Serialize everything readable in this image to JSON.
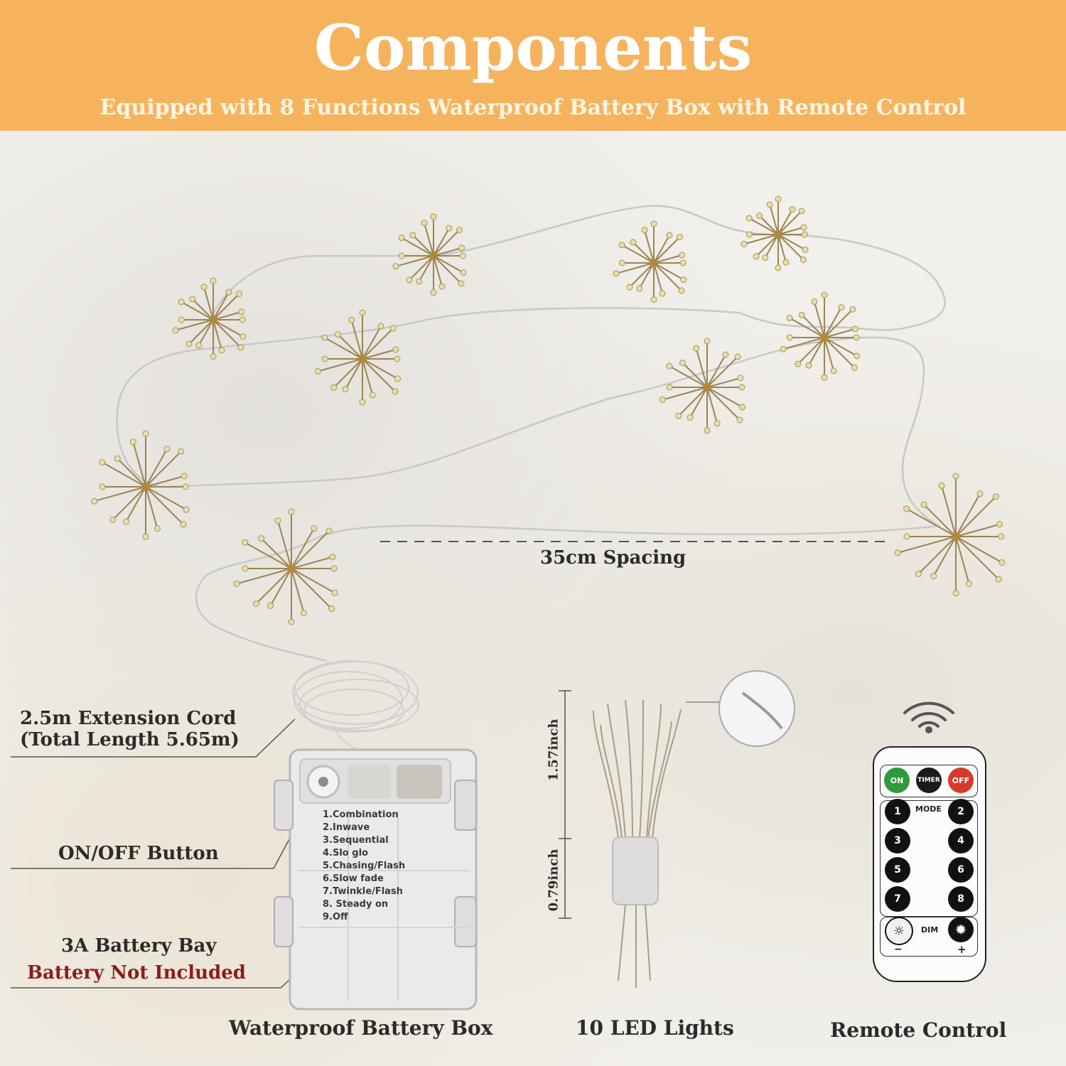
{
  "header": {
    "title": "Components",
    "subtitle": "Equipped with 8 Functions Waterproof Battery Box with Remote Control"
  },
  "labels": {
    "spacing": "35cm Spacing",
    "extension_cord_line1": "2.5m Extension Cord",
    "extension_cord_line2": "(Total Length 5.65m)",
    "on_off_button": "ON/OFF Button",
    "battery_bay": "3A Battery Bay",
    "battery_not_included": "Battery Not Included",
    "battery_box_caption": "Waterproof Battery Box",
    "led_caption": "10 LED Lights",
    "remote_caption": "Remote Control",
    "dim_top": "1.57inch",
    "dim_bottom": "0.79inch"
  },
  "battery_box_modes": [
    "1.Combination",
    "2.Inwave",
    "3.Sequential",
    "4.Slo glo",
    "5.Chasing/Flash",
    "6.Slow fade",
    "7.Twinkle/Flash",
    "8. Steady on",
    "9.Off"
  ],
  "remote": {
    "on": "ON",
    "timer": "TIMER",
    "off": "OFF",
    "mode": "MODE",
    "dim": "DIM",
    "minus": "−",
    "plus": "+",
    "numbers": [
      "1",
      "2",
      "3",
      "4",
      "5",
      "6",
      "7",
      "8"
    ]
  },
  "colors": {
    "banner": "#f6b35e",
    "accent_red": "#8c1c1c",
    "remote_on": "#2f9a3c",
    "remote_off": "#d63a2a"
  }
}
